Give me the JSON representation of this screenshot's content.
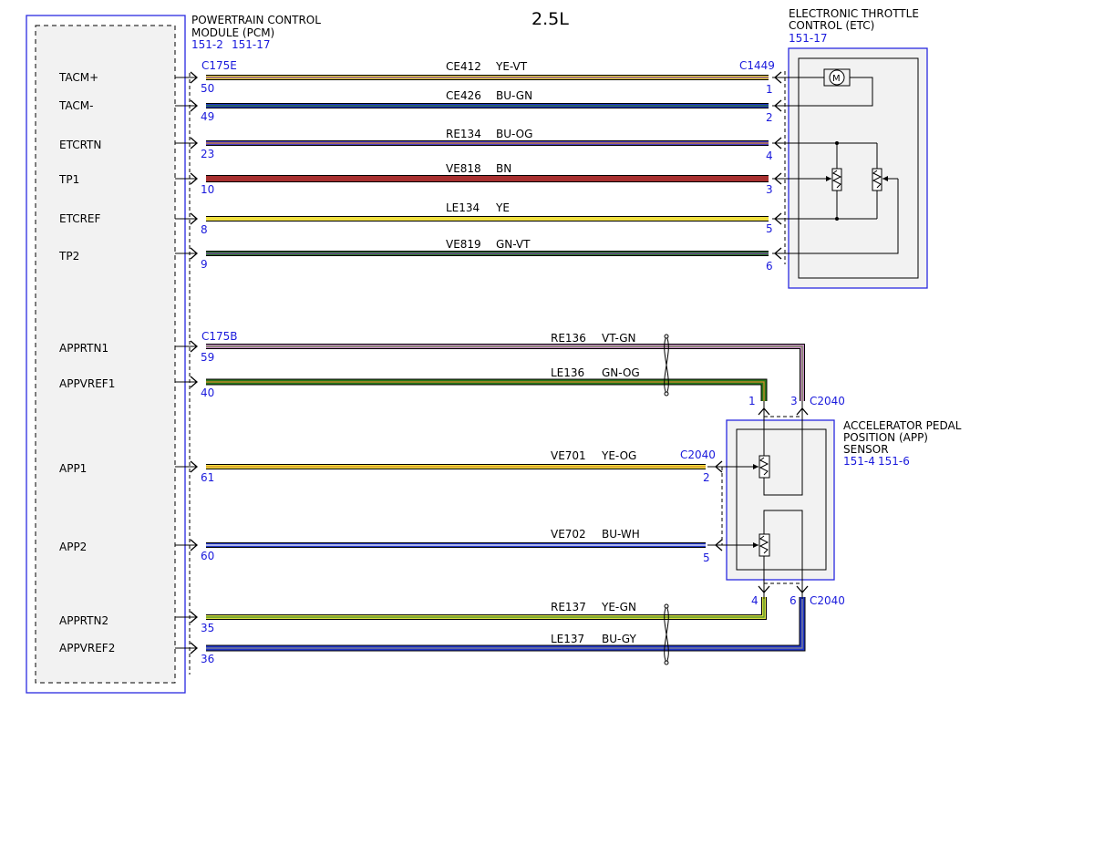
{
  "heading": "2.5L",
  "pcm": {
    "title_line1": "POWERTRAIN CONTROL",
    "title_line2": "MODULE (PCM)",
    "ref1": "151-2",
    "ref2": "151-17",
    "connector_top": "C175E",
    "connector_bottom": "C175B"
  },
  "etc": {
    "title_line1": "ELECTRONIC THROTTLE",
    "title_line2": "CONTROL (ETC)",
    "ref1": "151-17",
    "connector": "C1449",
    "motor_symbol": "M"
  },
  "app": {
    "title_line1": "ACCELERATOR PEDAL",
    "title_line2": "POSITION (APP)",
    "title_line3": "SENSOR",
    "ref1": "151-4",
    "ref2": "151-6",
    "connector": "C2040"
  },
  "signals": [
    {
      "name": "TACM+",
      "pcm_pin": "50",
      "circuit": "CE412",
      "color_code": "YE-VT",
      "far_pin": "1",
      "wire_color": "#e8d23a",
      "stripe": "#7a3fa8"
    },
    {
      "name": "TACM-",
      "pcm_pin": "49",
      "circuit": "CE426",
      "color_code": "BU-GN",
      "far_pin": "2",
      "wire_color": "#1f34c8",
      "stripe": "#2a7a2a"
    },
    {
      "name": "ETCRTN",
      "pcm_pin": "23",
      "circuit": "RE134",
      "color_code": "BU-OG",
      "far_pin": "4",
      "wire_color": "#4a3ac8",
      "stripe": "#d68a2a"
    },
    {
      "name": "TP1",
      "pcm_pin": "10",
      "circuit": "VE818",
      "color_code": "BN",
      "far_pin": "3",
      "wire_color": "#a83030",
      "stripe": "#a83030"
    },
    {
      "name": "ETCREF",
      "pcm_pin": "8",
      "circuit": "LE134",
      "color_code": "YE",
      "far_pin": "5",
      "wire_color": "#f0e040",
      "stripe": "#f0e040"
    },
    {
      "name": "TP2",
      "pcm_pin": "9",
      "circuit": "VE819",
      "color_code": "GN-VT",
      "far_pin": "6",
      "wire_color": "#2a7a2a",
      "stripe": "#7a3fa8"
    },
    {
      "name": "APPRTN1",
      "pcm_pin": "59",
      "circuit": "RE136",
      "color_code": "VT-GN",
      "far_pin": "3",
      "wire_color": "#c88ac8",
      "stripe": "#6a8a4a"
    },
    {
      "name": "APPVREF1",
      "pcm_pin": "40",
      "circuit": "LE136",
      "color_code": "GN-OG",
      "far_pin": "1",
      "wire_color": "#2a7a1a",
      "stripe": "#d68a2a"
    },
    {
      "name": "APP1",
      "pcm_pin": "61",
      "circuit": "VE701",
      "color_code": "YE-OG",
      "far_pin": "2",
      "wire_color": "#f0e040",
      "stripe": "#d68a2a"
    },
    {
      "name": "APP2",
      "pcm_pin": "60",
      "circuit": "VE702",
      "color_code": "BU-WH",
      "far_pin": "5",
      "wire_color": "#1f34c8",
      "stripe": "#ffffff"
    },
    {
      "name": "APPRTN2",
      "pcm_pin": "35",
      "circuit": "RE137",
      "color_code": "YE-GN",
      "far_pin": "4",
      "wire_color": "#d8e040",
      "stripe": "#4a8a2a"
    },
    {
      "name": "APPVREF2",
      "pcm_pin": "36",
      "circuit": "LE137",
      "color_code": "BU-GY",
      "far_pin": "6",
      "wire_color": "#1f34c8",
      "stripe": "#8a8a8a"
    }
  ]
}
